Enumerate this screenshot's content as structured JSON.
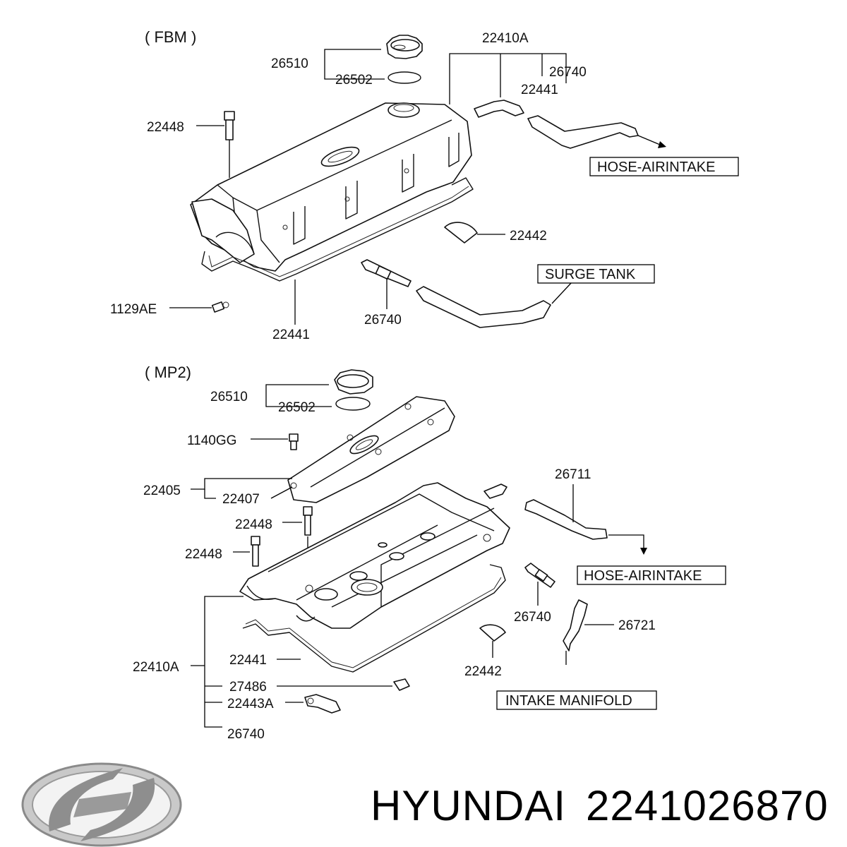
{
  "sections": {
    "fbm": "( FBM )",
    "mp2": "( MP2)"
  },
  "fbm": {
    "p26510": "26510",
    "p26502": "26502",
    "p22410a": "22410A",
    "p26740_top": "26740",
    "p22441_top": "22441",
    "p22448": "22448",
    "p22442": "22442",
    "p1129ae": "1129AE",
    "p22441_bottom": "22441",
    "p26740_bottom": "26740",
    "hose_airintake": "HOSE-AIRINTAKE",
    "surge_tank": "SURGE TANK"
  },
  "mp2": {
    "p26510": "26510",
    "p26502": "26502",
    "p1140gg": "1140GG",
    "p22405": "22405",
    "p22407": "22407",
    "p22448_a": "22448",
    "p22448_b": "22448",
    "p26711": "26711",
    "hose_airintake": "HOSE-AIRINTAKE",
    "p26740_right": "26740",
    "p26721": "26721",
    "p22442": "22442",
    "p22410a": "22410A",
    "p22441": "22441",
    "p27486": "27486",
    "p22443a": "22443A",
    "p26740_bottom": "26740",
    "intake_manifold": "INTAKE MANIFOLD"
  },
  "footer": {
    "brand": "HYUNDAI",
    "part_number": "2241026870",
    "logo_icon": "hyundai-logo-icon"
  }
}
